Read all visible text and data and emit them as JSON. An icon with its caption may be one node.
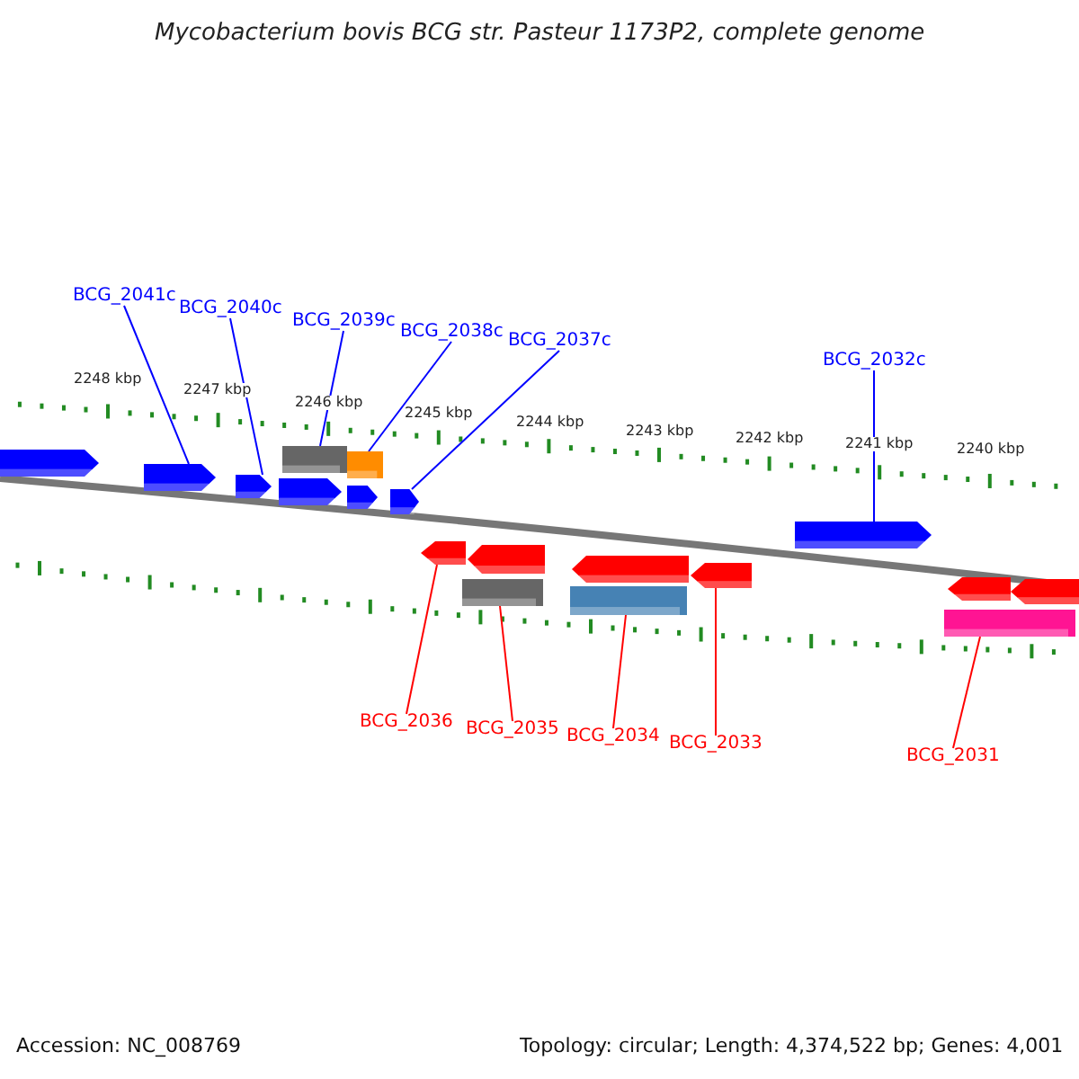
{
  "diagram": {
    "title": "Mycobacterium bovis BCG str. Pasteur 1173P2, complete genome",
    "nodes": [
      {
        "text": [
          "BCG_2041c"
        ]
      },
      {
        "text": [
          "BCG_2040c"
        ]
      },
      {
        "text": [
          "BCG_2039c"
        ]
      },
      {
        "text": [
          "BCG_2038c"
        ]
      },
      {
        "text": [
          "BCG_2037c"
        ]
      },
      {
        "text": [
          "BCG_2032c"
        ]
      },
      {
        "text": [
          "BCG_2036"
        ]
      },
      {
        "text": [
          "BCG_2035"
        ]
      },
      {
        "text": [
          "BCG_2034"
        ]
      },
      {
        "text": [
          "BCG_2033"
        ]
      },
      {
        "text": [
          "BCG_2031"
        ]
      },
      {
        "text": [],
        "shape": "arrow"
      },
      {
        "text": [],
        "shape": "arrow"
      },
      {
        "text": [],
        "shape": "arrow"
      },
      {
        "text": [],
        "shape": "arrow"
      },
      {
        "text": [],
        "shape": "bar"
      },
      {
        "text": [],
        "shape": "arrow"
      },
      {
        "text": [],
        "shape": "bar"
      },
      {
        "text": [],
        "shape": "arrow"
      },
      {
        "text": [],
        "shape": "arrow"
      },
      {
        "text": [],
        "shape": "bar"
      },
      {
        "text": [],
        "shape": "arrow"
      },
      {
        "text": [],
        "shape": "bar"
      },
      {
        "text": [],
        "shape": "arrow"
      },
      {
        "text": [],
        "shape": "arrow"
      },
      {
        "text": [],
        "shape": "arrow"
      },
      {
        "text": [],
        "shape": "bar"
      },
      {
        "text": [],
        "shape": "arrow"
      },
      {
        "text": [],
        "shape": "arrow"
      }
    ],
    "edges": [
      {
        "from": 0,
        "to": 12,
        "arrow": "none"
      },
      {
        "from": 1,
        "to": 13,
        "arrow": "none"
      },
      {
        "from": 2,
        "to": 15,
        "arrow": "none"
      },
      {
        "from": 3,
        "to": 17,
        "arrow": "none"
      },
      {
        "from": 4,
        "to": 18,
        "arrow": "none"
      },
      {
        "from": 5,
        "to": 25,
        "arrow": "none"
      },
      {
        "from": 6,
        "to": 19,
        "arrow": "none",
        "color": "#ff0000"
      },
      {
        "from": 7,
        "to": 20,
        "arrow": "none",
        "color": "#ff0000"
      },
      {
        "from": 8,
        "to": 22,
        "arrow": "none",
        "color": "#ff0000"
      },
      {
        "from": 9,
        "to": 24,
        "arrow": "none",
        "color": "#ff0000"
      },
      {
        "from": 10,
        "to": 26,
        "arrow": "none",
        "color": "#ff0000"
      }
    ],
    "labels": [
      "2248 kbp",
      "2247 kbp",
      "2246 kbp",
      "2245 kbp",
      "2244 kbp",
      "2243 kbp",
      "2242 kbp",
      "2241 kbp",
      "2240 kbp",
      "Accession: NC_008769",
      "Topology: circular; Length: 4,374,522 bp; Genes: 4,001"
    ]
  }
}
